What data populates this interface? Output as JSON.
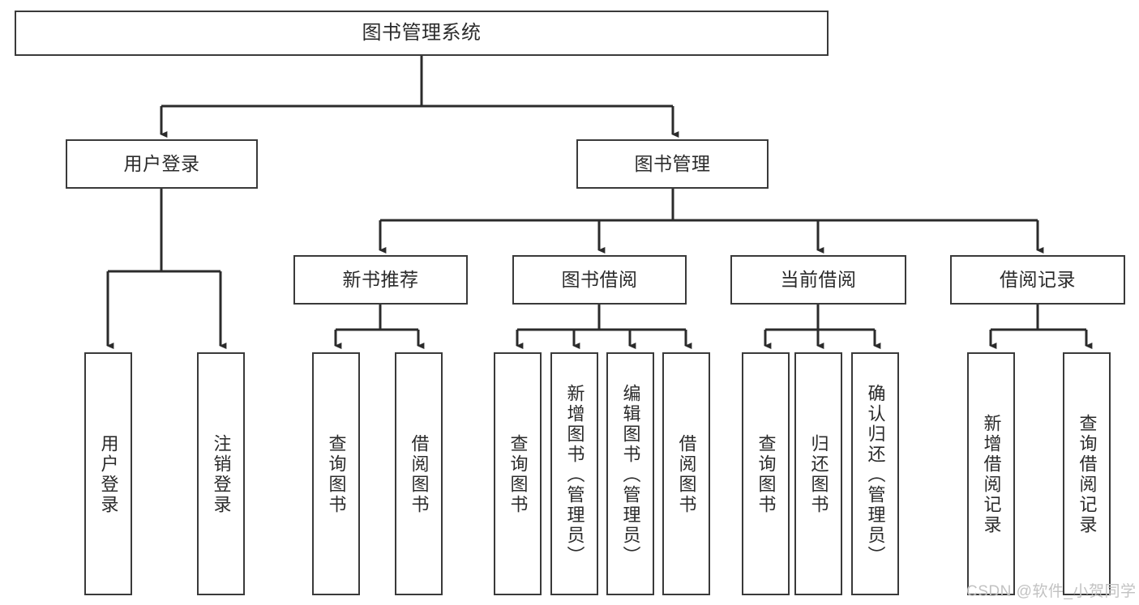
{
  "diagram": {
    "type": "tree-hierarchy-chart",
    "title": "图书管理系统",
    "orientation": "top-down",
    "colors": {
      "box_stroke": "#3a3a3a",
      "box_fill": "#ffffff",
      "connector": "#2b2b2b",
      "text": "#2b2b2b",
      "watermark": "#c2c2c2",
      "background": "#ffffff"
    },
    "nodes": {
      "root": {
        "label": "图书管理系统"
      },
      "level2": [
        {
          "id": "user-login",
          "label": "用户登录"
        },
        {
          "id": "book-management",
          "label": "图书管理"
        }
      ],
      "level3": [
        {
          "id": "new-book-recommend",
          "label": "新书推荐"
        },
        {
          "id": "book-borrow",
          "label": "图书借阅"
        },
        {
          "id": "current-borrow",
          "label": "当前借阅"
        },
        {
          "id": "borrow-record",
          "label": "借阅记录"
        }
      ],
      "leaves": [
        {
          "id": "leaf-user-login",
          "parent": "user-login",
          "label": "用户登录"
        },
        {
          "id": "leaf-logout",
          "parent": "user-login",
          "label": "注销登录"
        },
        {
          "id": "leaf-query-book-1",
          "parent": "new-book-recommend",
          "label": "查询图书"
        },
        {
          "id": "leaf-borrow-book-1",
          "parent": "new-book-recommend",
          "label": "借阅图书"
        },
        {
          "id": "leaf-query-book-2",
          "parent": "book-borrow",
          "label": "查询图书"
        },
        {
          "id": "leaf-add-book",
          "parent": "book-borrow",
          "label": "新增图书（管理员）"
        },
        {
          "id": "leaf-edit-book",
          "parent": "book-borrow",
          "label": "编辑图书（管理员）"
        },
        {
          "id": "leaf-borrow-book-2",
          "parent": "book-borrow",
          "label": "借阅图书"
        },
        {
          "id": "leaf-query-book-3",
          "parent": "current-borrow",
          "label": "查询图书"
        },
        {
          "id": "leaf-return-book",
          "parent": "current-borrow",
          "label": "归还图书"
        },
        {
          "id": "leaf-confirm-return",
          "parent": "current-borrow",
          "label": "确认归还（管理员）"
        },
        {
          "id": "leaf-add-record",
          "parent": "borrow-record",
          "label": "新增借阅记录"
        },
        {
          "id": "leaf-query-record",
          "parent": "borrow-record",
          "label": "查询借阅记录"
        }
      ]
    }
  },
  "watermark": {
    "text": "CSDN @软件_小贺同学"
  }
}
